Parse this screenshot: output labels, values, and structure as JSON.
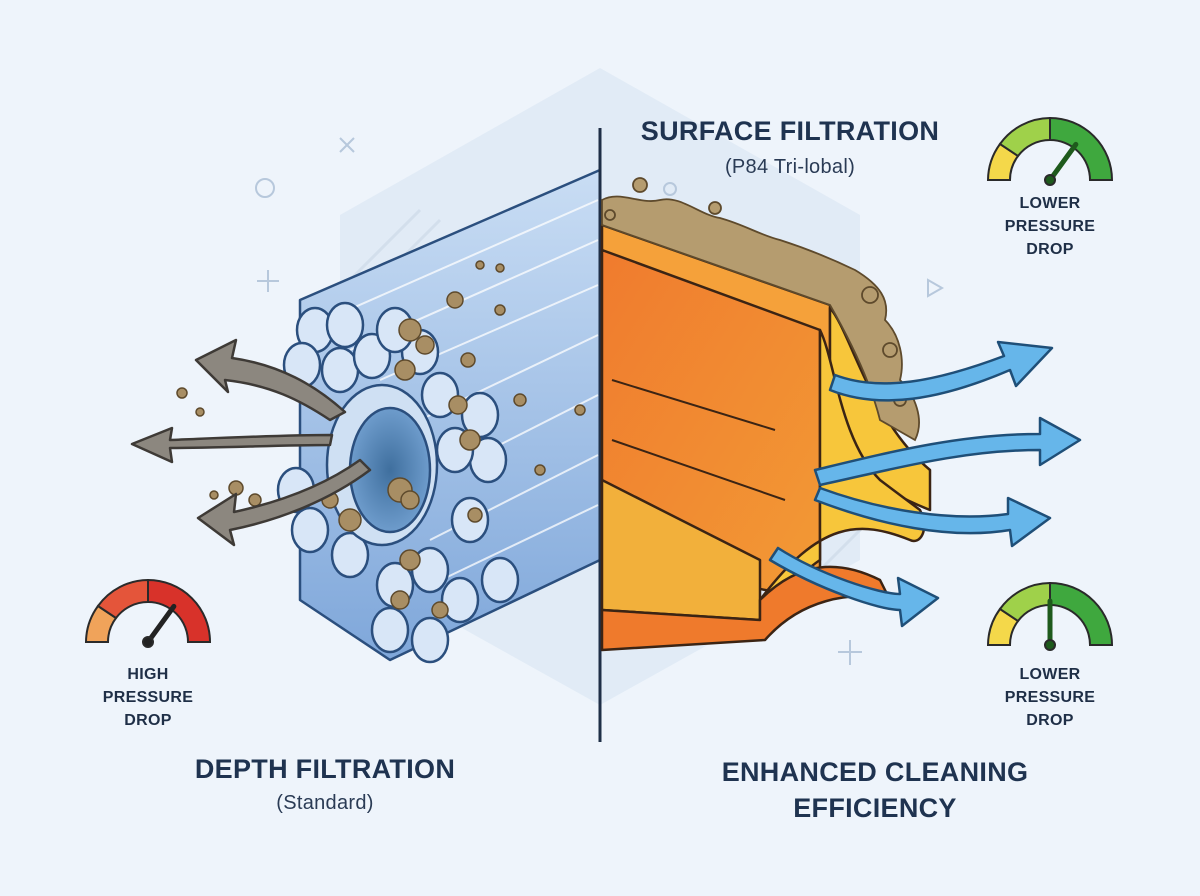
{
  "left": {
    "title": "DEPTH FILTRATION",
    "subtitle": "(Standard)",
    "gauge": {
      "lines": [
        "HIGH",
        "PRESSURE",
        "DROP"
      ],
      "level": 0.7,
      "status_color": "#d8322a"
    }
  },
  "right": {
    "title": "SURFACE FILTRATION",
    "subtitle": "(P84 Tri-lobal)",
    "bottom_title": [
      "ENHANCED CLEANING",
      "EFFICIENCY"
    ],
    "gauge_top": {
      "lines": [
        "LOWER",
        "PRESSURE",
        "DROP"
      ],
      "level": 0.7,
      "status_color": "#2f8a2c"
    },
    "gauge_bottom": {
      "lines": [
        "LOWER",
        "PRESSURE",
        "DROP"
      ],
      "level": 0.5,
      "status_color": "#2f8a2c"
    }
  },
  "colors": {
    "background": "#eef4fb",
    "fiber_blue": "#8fb6e3",
    "dust": "#a88e64",
    "media_orange": "#ef7a2c",
    "media_yellow": "#f7c63b",
    "airflow_arrow": "#66b6ea",
    "dirty_arrow": "#8c877f"
  }
}
